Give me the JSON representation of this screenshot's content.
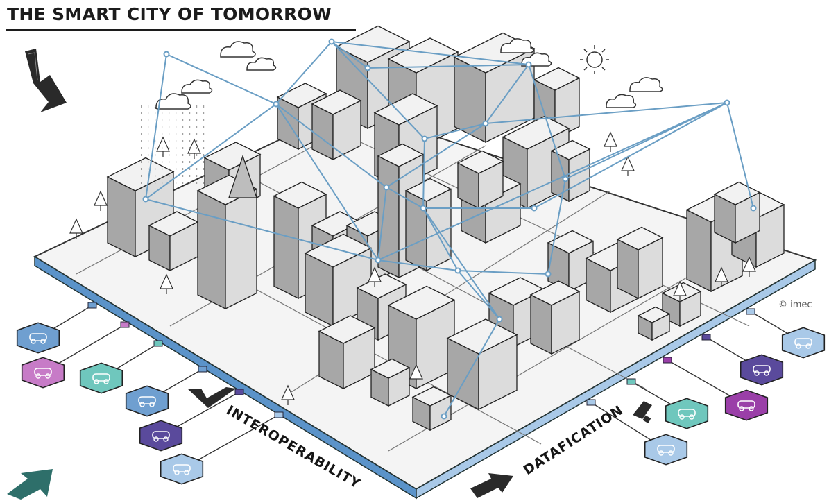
{
  "title": "THE SMART CITY OF TOMORROW",
  "labels": {
    "interoperability": "INTEROPERABILITY",
    "datafication": "DATAFICATION",
    "credit": "© imec"
  },
  "colors": {
    "platform_blue": "#5b93c9",
    "network_line": "#6a9ec4",
    "hex_blue": "#6f9fd0",
    "hex_teal": "#6fc7bd",
    "hex_pink": "#c77bc7",
    "hex_purple": "#5a4a9c",
    "hex_violet": "#9a3fa8",
    "hex_light_blue": "#a9c9e8",
    "arrow_teal": "#2e6f6a",
    "arrow_dark": "#2a2a2a"
  },
  "icons": {
    "left_hexagons": [
      "car-icon",
      "parking-icon",
      "scooter-icon",
      "bus-icon",
      "taxi-icon",
      "bike-icon"
    ],
    "right_hexagons": [
      "ambulance-icon",
      "truck-icon",
      "delivery-van-icon",
      "bicycle-icon",
      "pedestrians-icon"
    ]
  }
}
